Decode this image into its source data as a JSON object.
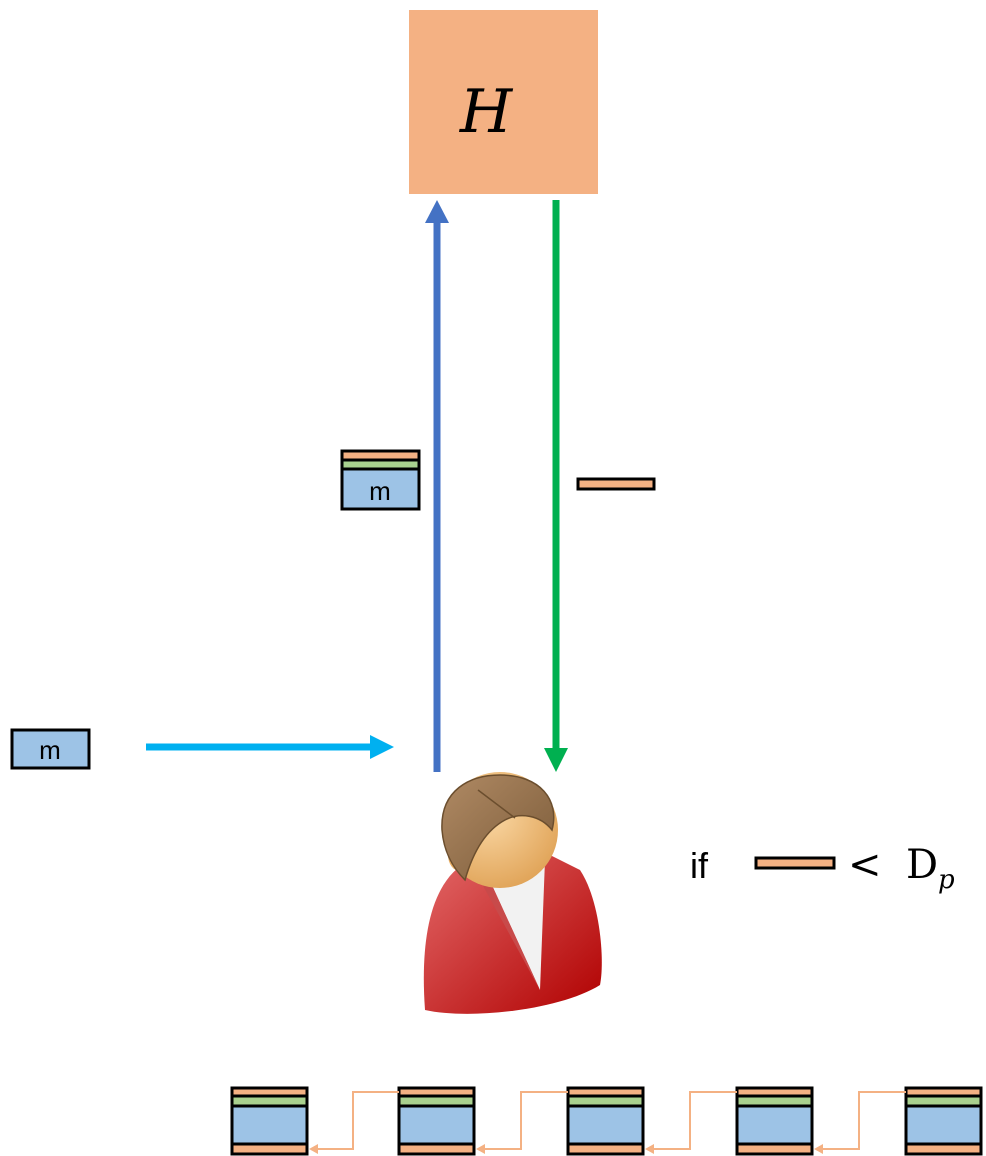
{
  "hash_box": {
    "label": "H",
    "fill": "#F4B183"
  },
  "message_label": "m",
  "condition": {
    "if_text": "if",
    "less_than": "<",
    "threshold_base": "D",
    "threshold_sub": "p"
  },
  "colors": {
    "up_arrow": "#4472C4",
    "down_arrow": "#00B050",
    "input_arrow": "#00B0F0",
    "block_body": "#9DC3E6",
    "block_stripe_orange": "#F4B183",
    "block_stripe_green": "#A9D18E",
    "chain_link": "#F4B183",
    "person_shirt": "#C00000",
    "person_hair": "#8B6E4E",
    "person_skin": "#F2C17A"
  },
  "chain": {
    "block_count": 5
  }
}
